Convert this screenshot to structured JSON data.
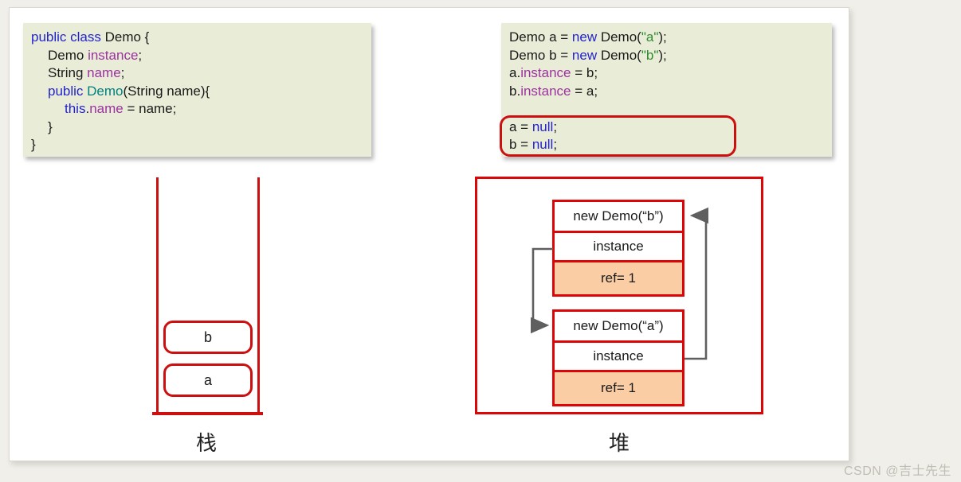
{
  "colors": {
    "code_background": "#e9edd8",
    "keyword_blue": "#2323cc",
    "field_purple": "#9c32a0",
    "constructor_teal": "#008080",
    "string_green": "#2e8b2e",
    "border_red": "#dd0606",
    "ref_row_orange": "#facda4",
    "arrow_gray": "#5f5f5f",
    "page_background": "#f1efe9"
  },
  "code_left": {
    "lines": [
      {
        "indent": 0,
        "tokens": [
          {
            "t": "public class ",
            "c": "k"
          },
          {
            "t": "Demo {",
            "c": "p"
          }
        ]
      },
      {
        "indent": 1,
        "tokens": [
          {
            "t": "Demo ",
            "c": "p"
          },
          {
            "t": "instance",
            "c": "f"
          },
          {
            "t": ";",
            "c": "p"
          }
        ]
      },
      {
        "indent": 1,
        "tokens": [
          {
            "t": "String ",
            "c": "p"
          },
          {
            "t": "name",
            "c": "f"
          },
          {
            "t": ";",
            "c": "p"
          }
        ]
      },
      {
        "indent": 1,
        "tokens": [
          {
            "t": "public ",
            "c": "k"
          },
          {
            "t": "Demo",
            "c": "t"
          },
          {
            "t": "(String name){",
            "c": "p"
          }
        ]
      },
      {
        "indent": 2,
        "tokens": [
          {
            "t": "this",
            "c": "k"
          },
          {
            "t": ".",
            "c": "p"
          },
          {
            "t": "name",
            "c": "f"
          },
          {
            "t": " = name;",
            "c": "p"
          }
        ]
      },
      {
        "indent": 1,
        "tokens": [
          {
            "t": "}",
            "c": "p"
          }
        ]
      },
      {
        "indent": 0,
        "tokens": [
          {
            "t": "}",
            "c": "p"
          }
        ]
      }
    ]
  },
  "code_right": {
    "lines": [
      {
        "indent": 0,
        "tokens": [
          {
            "t": "Demo a = ",
            "c": "p"
          },
          {
            "t": "new",
            "c": "k"
          },
          {
            "t": " Demo(",
            "c": "p"
          },
          {
            "t": "\"a\"",
            "c": "s"
          },
          {
            "t": ");",
            "c": "p"
          }
        ]
      },
      {
        "indent": 0,
        "tokens": [
          {
            "t": "Demo b = ",
            "c": "p"
          },
          {
            "t": "new",
            "c": "k"
          },
          {
            "t": " Demo(",
            "c": "p"
          },
          {
            "t": "\"b\"",
            "c": "s"
          },
          {
            "t": ");",
            "c": "p"
          }
        ]
      },
      {
        "indent": 0,
        "tokens": [
          {
            "t": "a.",
            "c": "p"
          },
          {
            "t": "instance",
            "c": "f"
          },
          {
            "t": " = b;",
            "c": "p"
          }
        ]
      },
      {
        "indent": 0,
        "tokens": [
          {
            "t": "b.",
            "c": "p"
          },
          {
            "t": "instance",
            "c": "f"
          },
          {
            "t": " = a;",
            "c": "p"
          }
        ]
      },
      {
        "indent": 0,
        "tokens": []
      },
      {
        "indent": 0,
        "tokens": [
          {
            "t": "a = ",
            "c": "p"
          },
          {
            "t": "null",
            "c": "k"
          },
          {
            "t": ";",
            "c": "p"
          }
        ]
      },
      {
        "indent": 0,
        "tokens": [
          {
            "t": "b = ",
            "c": "p"
          },
          {
            "t": "null",
            "c": "k"
          },
          {
            "t": ";",
            "c": "p"
          }
        ]
      }
    ]
  },
  "stack": {
    "label": "栈",
    "items": [
      "b",
      "a"
    ]
  },
  "heap": {
    "label": "堆",
    "objects": [
      {
        "title": "new Demo(“b”)",
        "field": "instance",
        "ref": "ref= 1"
      },
      {
        "title": "new Demo(“a”)",
        "field": "instance",
        "ref": "ref= 1"
      }
    ]
  },
  "watermark": "CSDN @吉士先生"
}
